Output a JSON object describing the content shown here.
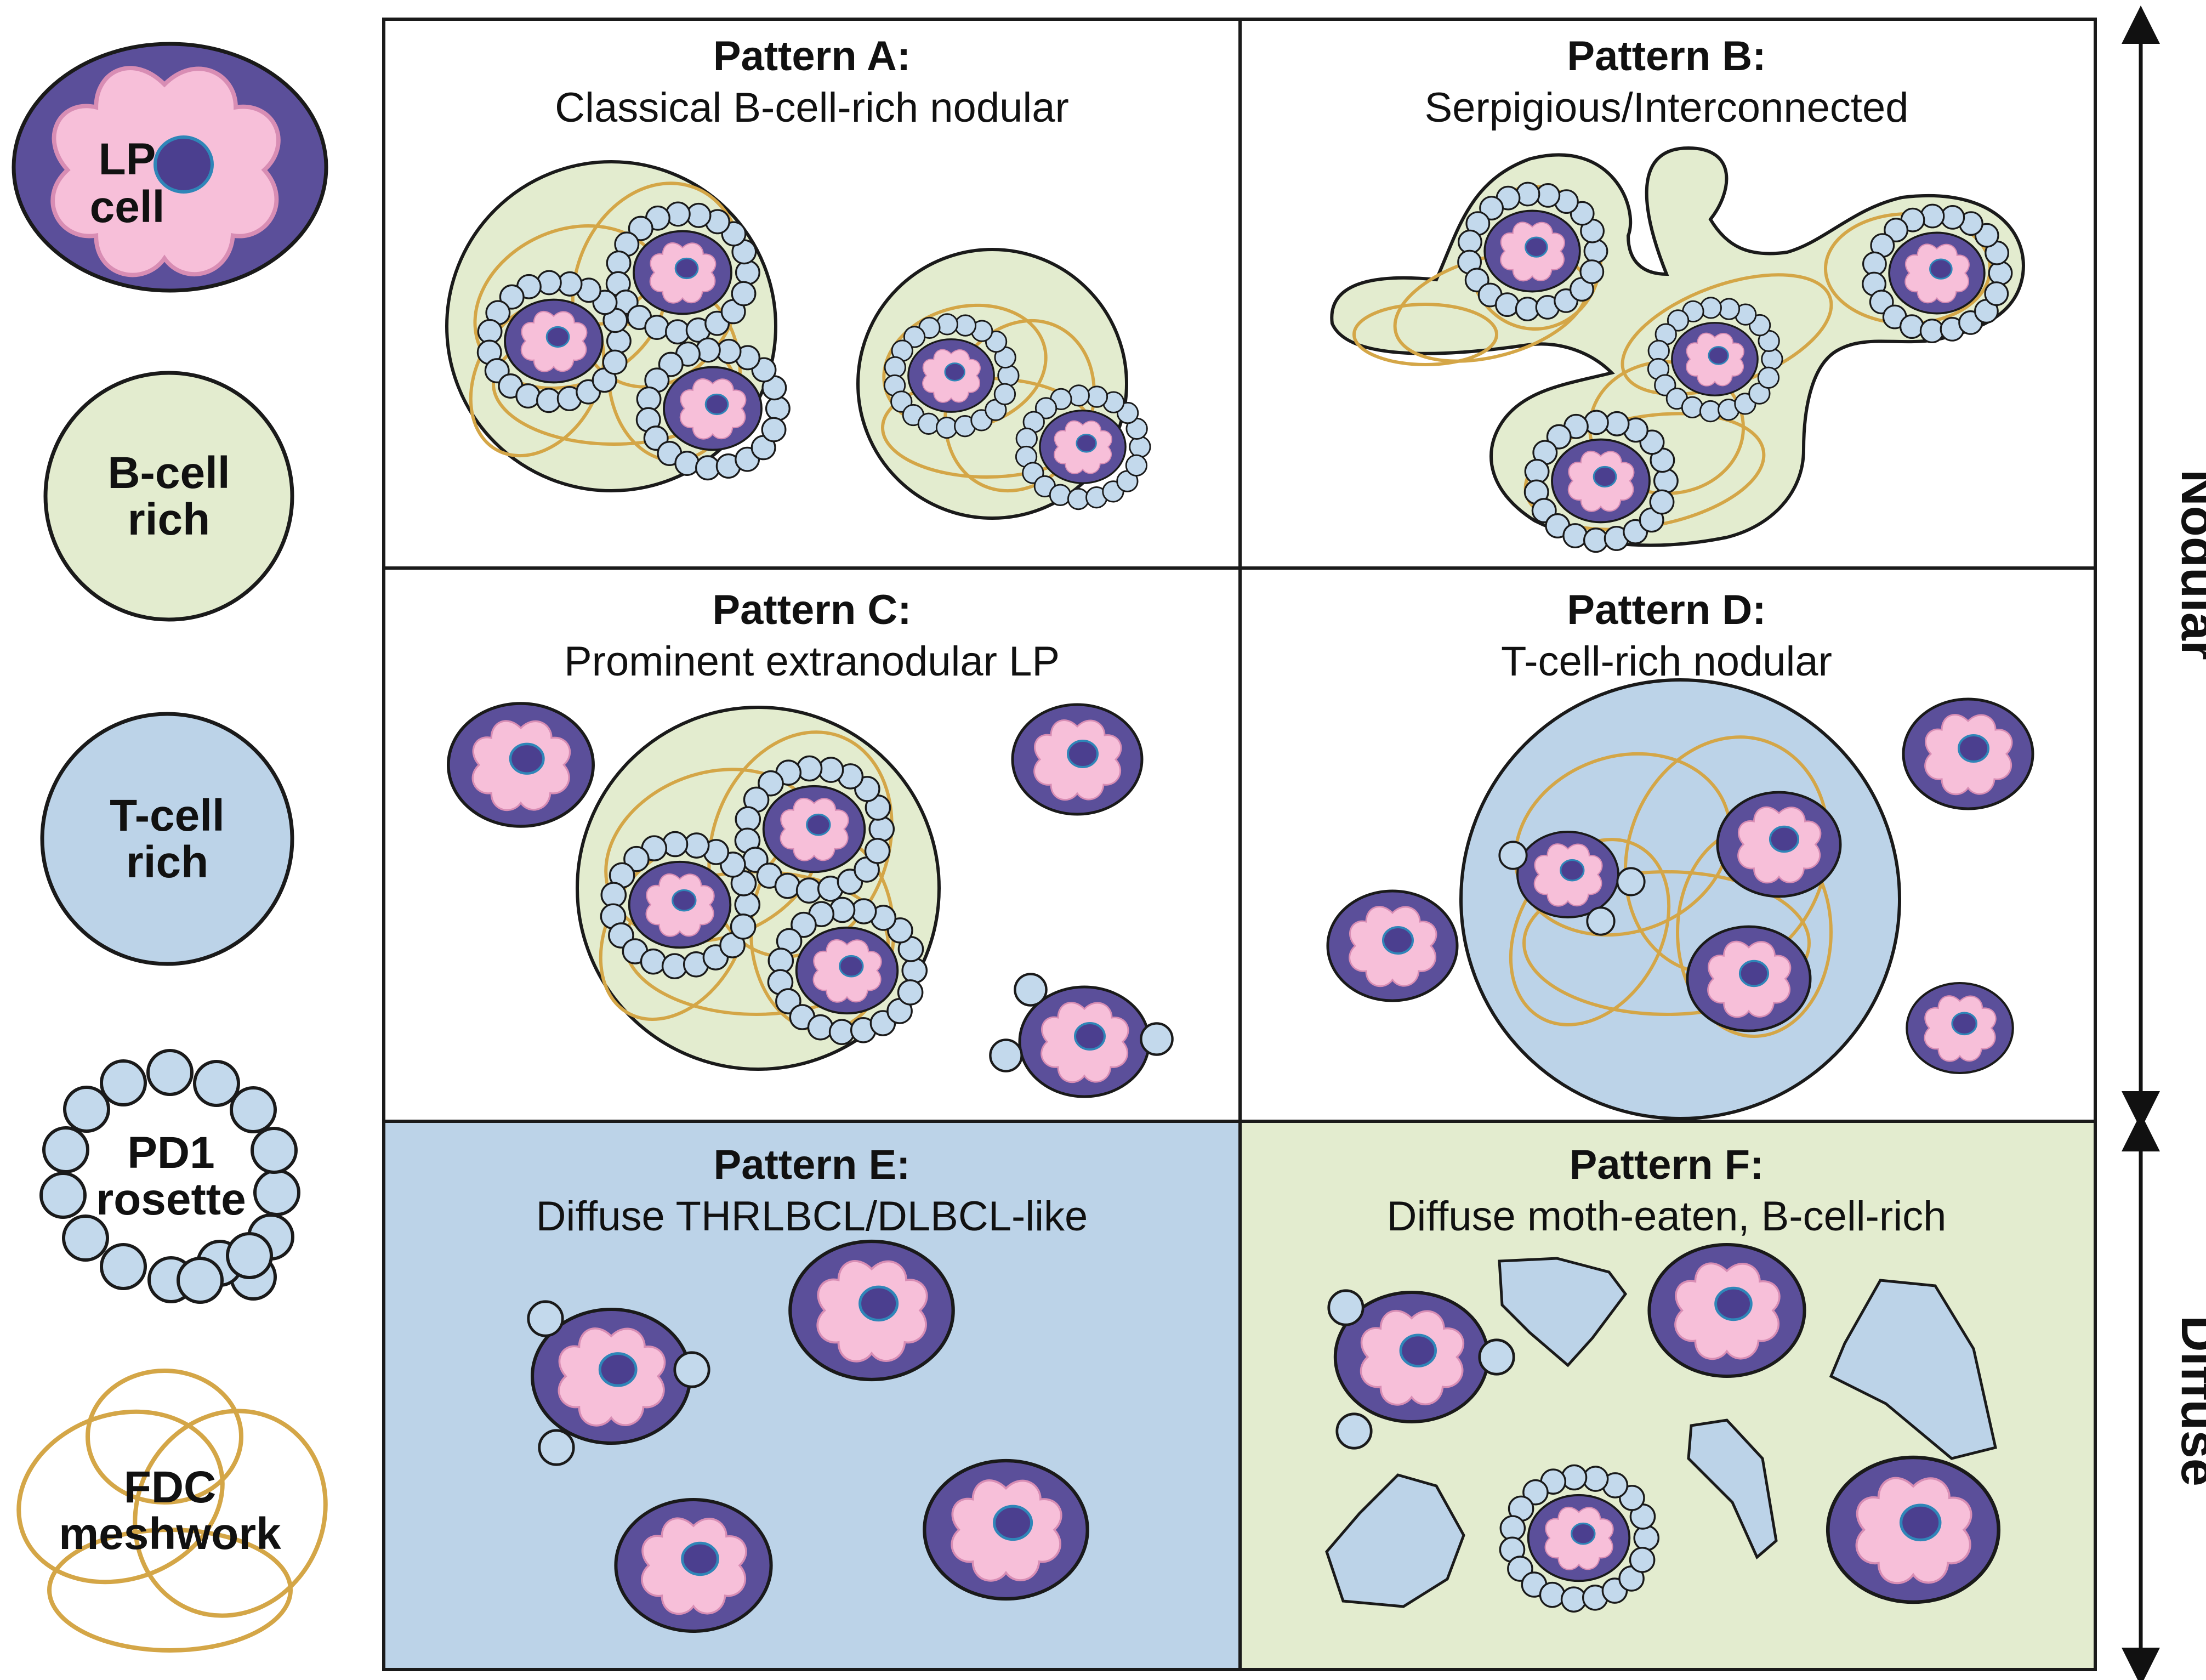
{
  "legend": {
    "lp_cell": [
      "LP",
      "cell"
    ],
    "b_cell_rich": [
      "B-cell",
      "rich"
    ],
    "t_cell_rich": [
      "T-cell",
      "rich"
    ],
    "pd1_rosette": [
      "PD1",
      "rosette"
    ],
    "fdc_meshwork": [
      "FDC",
      "meshwork"
    ]
  },
  "panels": {
    "a": {
      "title": "Pattern A:",
      "subtitle": "Classical B-cell-rich nodular"
    },
    "b": {
      "title": "Pattern B:",
      "subtitle": "Serpigious/Interconnected"
    },
    "c": {
      "title": "Pattern C:",
      "subtitle": "Prominent extranodular LP"
    },
    "d": {
      "title": "Pattern D:",
      "subtitle": "T-cell-rich nodular"
    },
    "e": {
      "title": "Pattern E:",
      "subtitle": "Diffuse THRLBCL/DLBCL-like"
    },
    "f": {
      "title": "Pattern F:",
      "subtitle": "Diffuse moth-eaten, B-cell-rich"
    }
  },
  "axis": {
    "nodular": "Nodular",
    "diffuse": "Diffuse"
  },
  "colors": {
    "lp_outer": "#5b4f9a",
    "lp_cytoplasm": "#f7bfd9",
    "lp_nucleus": "#4b3f8f",
    "b_cell_fill": "#e3eccf",
    "t_cell_fill": "#bcd3e8",
    "fdc_line": "#d4a647",
    "outline": "#1a1a1a"
  }
}
